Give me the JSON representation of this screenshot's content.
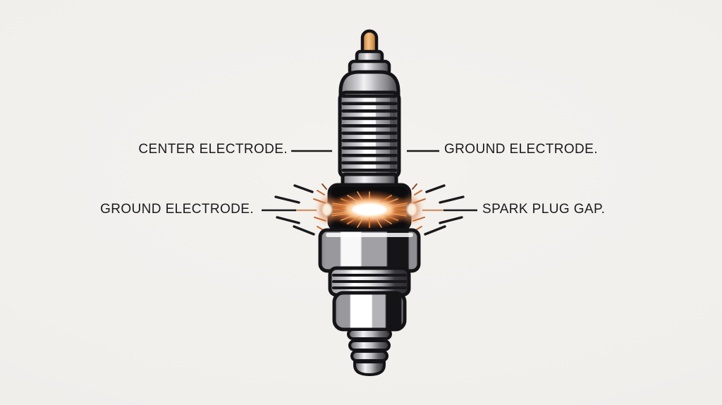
{
  "diagram": {
    "subject": "spark-plug-anatomy",
    "labels": [
      {
        "id": "center-electrode",
        "text": "CENTER ELECTRODE.",
        "side": "left",
        "row": "top"
      },
      {
        "id": "ground-electrode-top",
        "text": "GROUND ELECTRODE.",
        "side": "right",
        "row": "top"
      },
      {
        "id": "ground-electrode-bottom",
        "text": "GROUND ELECTRODE.",
        "side": "left",
        "row": "bottom"
      },
      {
        "id": "spark-plug-gap",
        "text": "SPARK PLUG GAP.",
        "side": "right",
        "row": "bottom"
      }
    ],
    "colors": {
      "background": "#f0eeeb",
      "outline": "#17171a",
      "label_text": "#1b1b1d",
      "metal_light": "#f8f8f8",
      "metal_mid": "#a0a0a5",
      "metal_dark": "#151517",
      "terminal_orange": "#e8ab66",
      "spark_core": "#ffffff",
      "spark_glow": "#f08446",
      "spark_ray": "#c96b33"
    }
  }
}
